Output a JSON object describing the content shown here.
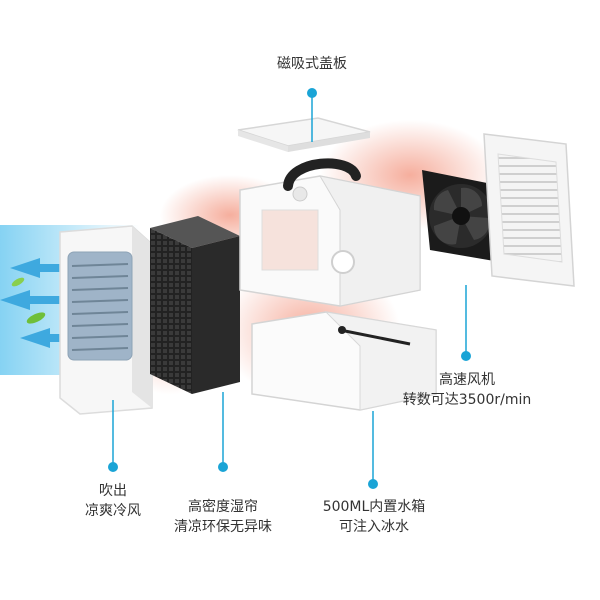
{
  "callouts": {
    "lid": {
      "line1": "磁吸式盖板"
    },
    "fan": {
      "line1": "高速风机",
      "line2": "转数可达3500r/min"
    },
    "outlet": {
      "line1": "吹出",
      "line2": "凉爽冷风"
    },
    "filter": {
      "line1": "高密度湿帘",
      "line2": "清凉环保无异味"
    },
    "tank": {
      "line1": "500ML内置水箱",
      "line2": "可注入冰水"
    }
  },
  "colors": {
    "accent": "#1aa4d6",
    "airflow_cool": "#8fd2ef",
    "airflow_warm": "#f6b2a2"
  }
}
